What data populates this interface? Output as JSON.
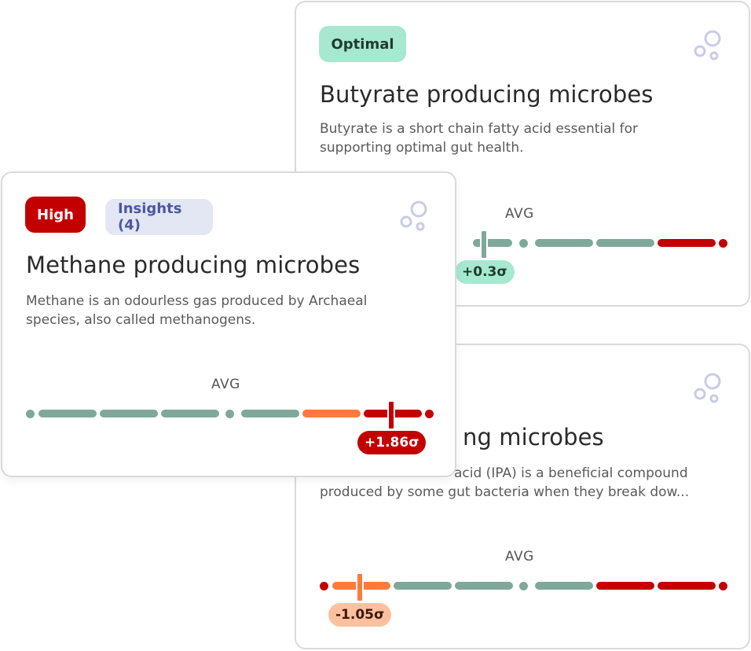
{
  "cards": {
    "butyrate": {
      "badge": "Optimal",
      "title": "Butyrate producing microbes",
      "description": "Butyrate is a short chain fatty acid essential for supporting optimal gut health.",
      "avg_label": "AVG",
      "sigma": "+0.3σ",
      "icon": "bubbles-icon"
    },
    "ipa": {
      "title_visible": "ng microbes",
      "description_line1": "acid (IPA) is a beneficial compound",
      "description_line2": "produced by some gut bacteria when they break dow...",
      "avg_label": "AVG",
      "sigma": "-1.05σ",
      "icon": "bubbles-icon"
    },
    "methane": {
      "badge": "High",
      "insights": "Insights (4)",
      "title": "Methane producing microbes",
      "description": "Methane is an odourless gas produced by Archaeal species, also called methanogens.",
      "avg_label": "AVG",
      "sigma": "+1.86σ",
      "icon": "bubbles-icon"
    }
  },
  "colors": {
    "teal": "#7fa89b",
    "red": "#c30000",
    "orange": "#ff7a3d",
    "optimal_badge": "#a6e8d0",
    "insights_badge": "#e3e6f3",
    "bubble_icon": "#c9cbe6"
  }
}
